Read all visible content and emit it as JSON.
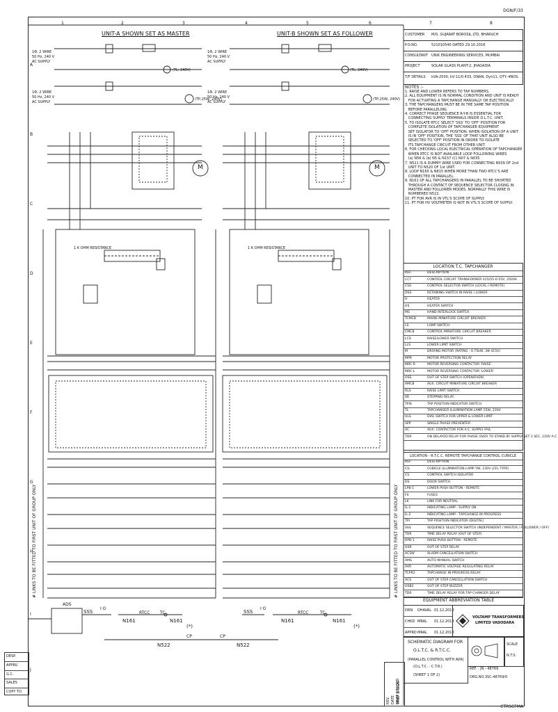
{
  "page_code": "DGN/F/33",
  "footer_code": "CTRSCFMA",
  "column_numbers": [
    "1",
    "2",
    "3",
    "4",
    "5",
    "6",
    "7",
    "8"
  ],
  "row_letters": [
    "A",
    "B",
    "C",
    "D",
    "E",
    "F",
    "G",
    "H",
    "I",
    "J"
  ],
  "unit_a_title": "UNIT-A SHOWN SET AS MASTER",
  "unit_b_title": "UNIT-B SHOWN SET AS FOLLOWER",
  "supply_1": [
    "1Φ, 2 WIRE",
    "50 Hz, 240 V",
    "AC SUPPLY"
  ],
  "supply_2": [
    "1Φ, 2 WIRE",
    "50 Hz, 240 V",
    "AC SUPPLY"
  ],
  "lamp_label": "(TL, 240V)",
  "heater_label": "(TP,25W, 240V)",
  "resistance_label": "1 K OHM RESISTANCE",
  "motor_symbol": "M",
  "side_note": "# LINKS TO BE FITTED TO FIRST UNIT OF GROUP ONLY",
  "info": [
    {
      "label": "CUSTOMER",
      "value": "M/S. GUJARAT BOROSIL LTD, BHARUCH"
    },
    {
      "label": "P.O.NO.",
      "value": "521010540 DATED 29.10.2018"
    },
    {
      "label": "CONSULTANT",
      "value": "UNIK ENGINEERING SERVICES, MUMBAI"
    },
    {
      "label": "PROJECT",
      "value": "SOLAR GLASS PLANT-2, JHAGADIA"
    },
    {
      "label": "T/F DETAILS",
      "value": "kVA-2500, kV-11/0.433, ONAN, Dyn11, QTY.-4NOS."
    }
  ],
  "notes_title": "NOTES :-",
  "notes": [
    "1. RAISE AND LOWER REFERS TO TAP NUMBERS.",
    "2. ALL EQUIPMENT IS IN NORMAL CONDITION AND UNIT IS READY",
    "   FOR ACTUATING A TAPCHANGE MANUALLY OR ELECTRICALLY",
    "3. THE TAPCHANGERS MUST BE IN THE SAME TAP POSITION",
    "   BEFORE PARALLELING.",
    "4. CORRECT PHASE SEQUENCE R-Y-B IS ESSENTIAL FOR",
    "   CONNECTING SUPPLY TERMINALS INSIDE O.L.T.C. UNIT.",
    "5. TO ISOLATE RTCC SELECT 'SSS' TO 'OFF' POSITION FOR",
    "   COMPLETE ISOLATION OF TAPCHANGER EQUIPMENT",
    "   SET ISOLATOR TO 'OFF' POSITION. WHEN ISOLATION OF A UNIT",
    "   IS IN 'OFF' POSITION, THE 'SSS' OF THAT UNIT ALSO BE",
    "   SELECTED TO 'OFF' POSITION IN ORDER TO ISOLATE",
    "   ITS TAPCHANGE CIRCUIT FROM OTHER UNIT.",
    "6. FOR CHECKING LOCAL ELECTRICAL OPERATION OF TAPCHANGER",
    "   WHEN RTCC IS NOT AVAILABLE LOOP FOLLOWING WIRES",
    "   (a) N56 & (b) N5 & N157 (C) N07 & N035",
    "7. N521 IS A DUMMY WIRE USED FOR CONNECTING N509 OF 2nd",
    "   UNIT TO N520 OF 1st UNIT.",
    "8. LOOP N165 & N815 WHEN MORE THAN TWO RTCC'S ARE",
    "   CONNECTED IN PARALLEL.",
    "9. N161 OF ALL TAPCHANGERS IN PARALLEL TO BE SHORTED",
    "   THROUGH A CONTACT OF SEQUENCE SELECTOR CLOSING IN",
    "   MASTER AND FOLLOWER MODES. NORMALLY THIS WIRE IS",
    "   NUMBERED N522.",
    "10. PT FOR AVR IS IN VTL'S SCOPE OF SUPPLY.",
    "11. PT FOR HV VOLTMETER IS NOT IN VTL'S SCOPE OF SUPPLY."
  ],
  "tc_location_title": "LOCATION T.C. TAPCHANGER",
  "table_headers": {
    "ref": "REF.",
    "desc": "DESCRIPTION"
  },
  "tc_rows": [
    {
      "ref": "CCT",
      "desc": "CONTROL CIRCUIT TRANSFORMER 415/55-0-55V, 250VA"
    },
    {
      "ref": "CSS",
      "desc": "CONTROL SELECTOR SWITCH (LOCAL / REMOTE)"
    },
    {
      "ref": "DSS",
      "desc": "RETAINING SWITCH IN RAISE / LOWER"
    },
    {
      "ref": "H",
      "desc": "HEATER"
    },
    {
      "ref": "HS",
      "desc": "HEATER SWITCH"
    },
    {
      "ref": "MS",
      "desc": "HAND INTERLOCK SWITCH"
    },
    {
      "ref": "TCMCB",
      "desc": "MAINS MINIATURE CIRCUIT BREAKER"
    },
    {
      "ref": "LS",
      "desc": "LAMP SWITCH"
    },
    {
      "ref": "CMCB",
      "desc": "CONTROL MINIATURE CIRCUIT BREAKER"
    },
    {
      "ref": "LCS",
      "desc": "RAISE/LOWER SWITCH"
    },
    {
      "ref": "LLS",
      "desc": "LOWER LIMIT SWITCH"
    },
    {
      "ref": "M",
      "desc": "DRIVING MOTOR (RATING - 0.75kW, 3Φ 415V)"
    },
    {
      "ref": "MPR",
      "desc": "MOTOR PROTECTION RELAY"
    },
    {
      "ref": "MRC-R",
      "desc": "MOTOR REVERSING CONTACTOR 'RAISE'"
    },
    {
      "ref": "MRC-L",
      "desc": "MOTOR REVERSING CONTACTOR 'LOWER'"
    },
    {
      "ref": "OSS",
      "desc": "OUT OF STEP SWITCH (OPEN/EVEN)"
    },
    {
      "ref": "AMCB",
      "desc": "AUX. CIRCUIT MINIATURE CIRCUIT BREAKER"
    },
    {
      "ref": "RLS",
      "desc": "RAISE LIMIT SWITCH"
    },
    {
      "ref": "SR",
      "desc": "STEPPING RELAY"
    },
    {
      "ref": "TPIS",
      "desc": "TAP POSITION INDICATOR SWITCH"
    },
    {
      "ref": "TL",
      "desc": "TAPCHANGER ILLUMINATION LAMP 15W, 230V"
    },
    {
      "ref": "ULS",
      "desc": "DIAL SWITCH FOR UPPER & LOWER LIMIT"
    },
    {
      "ref": "SPP",
      "desc": "SINGLE PHASE PREVENTER"
    },
    {
      "ref": "AC",
      "desc": "AUX. CONTACTOR FOR A.C. SUPPLY FAIL"
    },
    {
      "ref": "TDR",
      "desc": "ON DELAYED RELAY FOR PHASE OVER TO STAND BY SUPPLY SET 2 SEC, 220V A.C."
    }
  ],
  "rtcc_location_title": "LOCATION - R.T.C.C. REMOTE TAPCHANGE CONTROL CUBICLE",
  "rtcc_rows": [
    {
      "ref": "CIL",
      "desc": "CUBICLE ILLUMINATION LAMP 5W, 230V (CFL TYPE)"
    },
    {
      "ref": "CS",
      "desc": "CONTROL SWITCH ISOLATOR"
    },
    {
      "ref": "DS",
      "desc": "DOOR SWITCH"
    },
    {
      "ref": "LPB-1",
      "desc": "LOWER PUSH BUTTON - REMOTE"
    },
    {
      "ref": "FS",
      "desc": "FUSES"
    },
    {
      "ref": "LK",
      "desc": "LINK FOR NEUTRAL"
    },
    {
      "ref": "IL-1",
      "desc": "INDICATING LAMP - SUPPLY ON"
    },
    {
      "ref": "IL-2",
      "desc": "INDICATING LAMP - TAPCHANGE IN PROGRESS"
    },
    {
      "ref": "TPI",
      "desc": "TAP POSITION INDICATOR (DIGITAL)"
    },
    {
      "ref": "SSS",
      "desc": "SEQUENCE SELECTOR SWITCH (INDEPENDENT / MASTER / FOLLOWER / OFF)"
    },
    {
      "ref": "TDR",
      "desc": "TIME DELAY RELAY (OUT OF STEP)"
    },
    {
      "ref": "RPB-1",
      "desc": "RAISE PUSH BUTTON - REMOTE"
    },
    {
      "ref": "OSR",
      "desc": "OUT OF STEP RELAY"
    },
    {
      "ref": "ACSW",
      "desc": "ALARM CANCELLATION SWITCH"
    },
    {
      "ref": "AMS",
      "desc": "AUTO MANUAL SWITCH"
    },
    {
      "ref": "AVR",
      "desc": "AUTOMATIC VOLTAGE REGULATING RELAY"
    },
    {
      "ref": "TCPR2",
      "desc": "TAPCHANGE IN PROGRESS RELAY"
    },
    {
      "ref": "ACS",
      "desc": "OUT OF STEP CANCELLATION SWITCH"
    },
    {
      "ref": "OSB2",
      "desc": "OUT OF STEP BUZZER"
    },
    {
      "ref": "TDR",
      "desc": "TIME DELAY RELAY FOR TAP CHANGER DELAY"
    }
  ],
  "abbrev_table_title": "EQUIPMENT ABBREVIATION TABLE",
  "signoffs": [
    {
      "role": "DRN",
      "name": "DHAVAL",
      "date": "01.12.2018"
    },
    {
      "role": "CHKD",
      "name": "MRAL",
      "date": "01.12.2018"
    },
    {
      "role": "APPRD",
      "name": "MRAL",
      "date": "01.12.2018"
    }
  ],
  "company": [
    "VOLTAMP TRANSFORMERS",
    "LIMITED VADODARA"
  ],
  "drawing_title": [
    "SCHEMATIC DIAGRAM FOR",
    "O.L.T.C. & R.T.C.C.",
    "(PARALLEL CONTROL WITH AVR)",
    "(O.L.T.C. - C.T.R.)",
    "(SHEET 1 OF 2)"
  ],
  "scale_label": "SCALE",
  "scale_value": "N.T.S.",
  "ref_no": "REF. : JN - 48769",
  "drg_no": "DRG.NO.3SC-48769/0",
  "rev_cols": [
    "REV.",
    "DATE",
    "BRIEF RECORD"
  ],
  "rev_sign": "PREP & SIGN",
  "distribution": [
    "DESP.",
    "APPRV.",
    "G.C.",
    "SALES",
    "COPY TO"
  ],
  "bottom_labels": {
    "ads": "ADS",
    "sss1": "SSS",
    "sss2": "SSS",
    "n161a": "N161",
    "n161b": "N161",
    "n161c": "N161",
    "n161d": "N161",
    "rtcc1": "RTCC",
    "rtcc2": "RTCC",
    "tc1": "TC",
    "tc2": "TC",
    "cp1": "CP",
    "cp2": "CP",
    "n522a": "N522",
    "n522b": "N522",
    "io1": "I O",
    "io2": "I O",
    "mark": "(*)"
  }
}
